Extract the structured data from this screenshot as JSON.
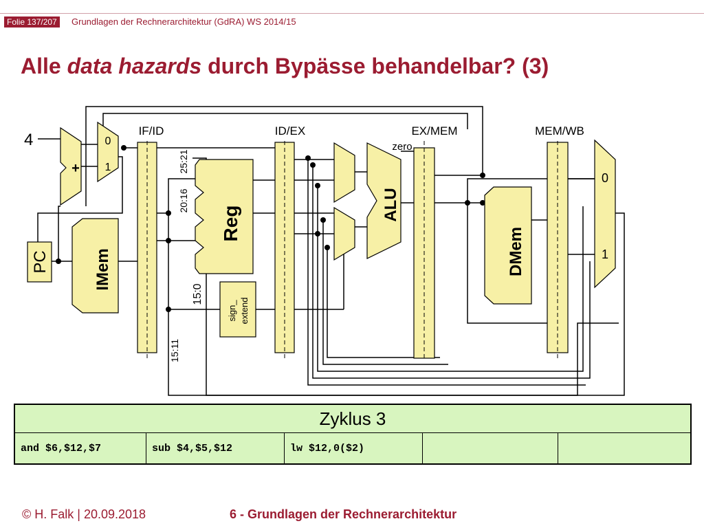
{
  "header": {
    "slide_number": "Folie 137/207",
    "course": "Grundlagen der Rechnerarchitektur (GdRA) WS 2014/15"
  },
  "title": {
    "prefix": "Alle ",
    "emphasis": "data hazards",
    "suffix": " durch Bypässe behandelbar? (3)"
  },
  "diagram": {
    "stage_labels": [
      "IF/ID",
      "ID/EX",
      "EX/MEM",
      "MEM/WB"
    ],
    "constant_four": "4",
    "adder": "+",
    "mux_pc": [
      "0",
      "1"
    ],
    "mux_wb": [
      "0",
      "1"
    ],
    "pc": "PC",
    "imem": "IMem",
    "reg": "Reg",
    "alu": "ALU",
    "dmem": "DMem",
    "sign_extend": [
      "sign_",
      "extend"
    ],
    "zero": "zero",
    "bit_fields": [
      "25:21",
      "20:16",
      "15:0",
      "15:11"
    ]
  },
  "table": {
    "heading": "Zyklus 3",
    "cells": [
      "and $6,$12,$7",
      "sub $4,$5,$12",
      "lw $12,0($2)",
      "",
      ""
    ]
  },
  "footer": {
    "author": "© H. Falk | 20.09.2018",
    "chapter": "6 - Grundlagen der Rechnerarchitektur"
  }
}
